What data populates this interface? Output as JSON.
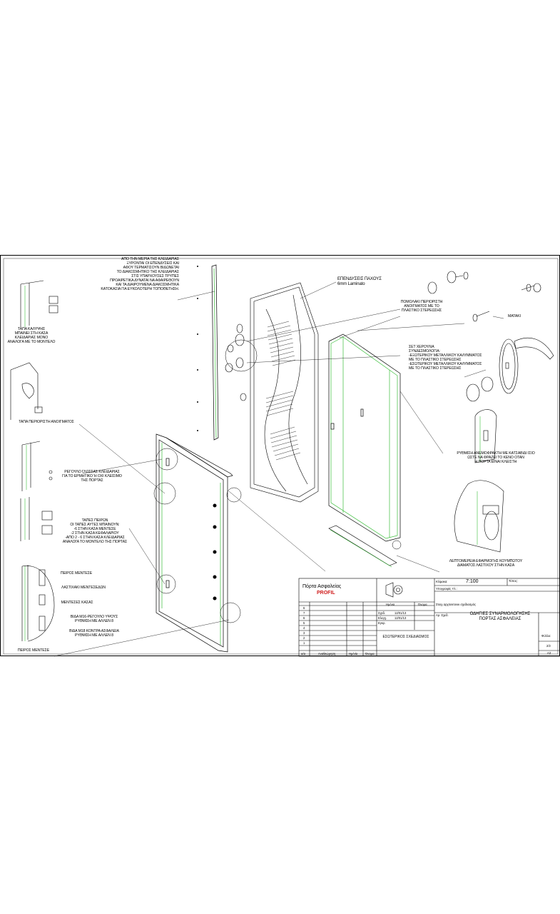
{
  "annotations": {
    "lock_side": "ΑΠΟ ΤΗΝ ΜΕΡΙΑ ΤΗΣ ΚΛΕΙΔΑΡΙΑΣ\nΞΥΡΟΝΤΑΙ ΟΙ ΕΠΕΝΔΥΣΕΙΣ ΚΑΙ\nΑΦΟΥ ΤΕΡΜΑΤΙΣΟΥΝ ΒΙΔΩΝΕΤΑΙ\nΤΟ ΔΙΑΚΟΣΜΗΤΙΚΟ ΤΗΣ ΚΛΕΙΔΑΡΙΑΣ\nΣΤΙΣ ΥΠΑΡΧΟΥΣΕΣ ΤΡΥΠΕΣ\nΠΡΟΑΙΡΕΤΙΚΑ ΔΥΝΑΤΑΙ ΝΑ ΑΦΑΙΡΕΘΟΥΝ\nΚΑΙ ΤΑ ΔΙΑΙΡΟΥΜΕΝΑ ΔΙΑΚΟΣΜΗΤΙΚΑ\nΚΑΤΟΚΑΣΙΑ ΓΙΑ ΕΥΚΟΛΟΤΕΡΗ ΤΟΠΟΘΕΤΗΣΗ.",
    "cladding": "ΕΠΕΝΔΥΣΕΙΣ ΠΑΧΟΥΣ\n6mm Laminato",
    "cover_cap": "ΤΑΠΑ ΚΑΛΥΨΗΣ\nΜΠΑΙΝΕΙ ΣΤΗ ΚΑΣΑ ΚΛΕΙΔΑΡΙΑΣ ΜΟΝΟ\nΑΝΑΛΟΓΑ ΜΕ ΤΟ ΜΟΝΤΕΛΟ",
    "escutcheon": "ΠΟΜΟΛΑΚΙ ΠΕΡΙΟΡΙΣΤΗ\nΑΝΟΙΓΜΑΤΟΣ ΜΕ ΤΟ\nΠΛΑΣΤΙΚΟ ΣΤΕΡΕΩΣΗΣ",
    "peephole": "ΜΑΤΑΚΙ",
    "handles": "ΣΕΤ ΧΕΡΟΥΛΙΑ\nΣΥΝΔΕΣΜΟΛΟΓΙΑ:\n-ΕΞΩΤΕΡΙΚΟΥ ΜΕΤΑΛΛΙΚΟΥ ΚΑΛΥΜΜΑΤΟΣ\nΜΕ ΤΟ ΠΛΑΣΤΙΚΟ ΣΤΕΡΕΩΣΗΣ\n-ΕΣΩΤΕΡΙΚΟΥ ΜΕΤΑΛΛΙΚΟΥ ΚΑΛΥΜΜΑΤΟΣ\nΜΕ ΤΟ ΠΛΑΣΤΙΚΟ ΣΤΕΡΕΩΣΗΣ",
    "limiter_cap": "ΤΑΠΑ ΠΕΡΙΟΡΙΣΤΗ ΑΝΟΙΓΜΑΤΟΣ",
    "draft_adjust": "ΡΥΘΜΙΣΗ ΑΝΕΜΟΦΡΑΚΤΗ ΜΕ ΚΑΤΣΑΒΙΔΙ ΙΣΙΟ\nΩΣΤΕ ΝΑ ΦΡΑΖΕΙ ΤΟ ΚΕΝΟ ΟΤΑΝ\nΗ ΠΟΡΤΑ ΕΙΝΑΙ ΚΛΕΙΣΤΗ",
    "latch_adjust": "ΡΕΓΟΥΛΟ ΓΛΩΣΣΑΣ ΚΛΕΙΔΑΡΙΑΣ\nΓΙΑ ΤΟ ΕΡΜΗΤΙΚΟ Ή ΟΧΙ ΚΛΕΙΣΙΜΟ\nΤΗΣ ΠΟΡΤΑΣ",
    "pin_caps": "ΤΑΠΕΣ ΠΕΙΡΩΝ\nΟΙ ΤΑΠΕΣ ΑΥΤΕΣ ΜΠΑΙΝΟΥΝ:\n-6 ΣΤΗΝ ΚΑΣΑ ΜΕΝΤΕΣΕ\n-2 ΣΤΗΝ ΚΑΣΑ ΚΕΦΑΛΑΡΙΟΥ\n-ΑΠΟ 2 - 6 ΣΤΗΝ ΚΑΣΑ ΚΛΕΙΔΑΡΙΑΣ\nΑΝΑΛΟΓΑ ΤΟ ΜΟΝΤΕΛΟ ΤΗΣ ΠΟΡΤΑΣ",
    "hinge_pin": "ΠΕΙΡΟΣ ΜΕΝΤΕΣΕ",
    "hinge_rubber": "ΛΑΣΤΙΧΑΚΙ ΜΕΝΤΕΣΕΔΩΝ",
    "frame_hinges": "ΜΕΝΤΕΣΕΣ ΚΑΣΑΣ",
    "screw_m16": "ΒΙΔΑ Μ16-ΡΕΓΟΥΛΟ ΥΨΟΥΣ\nΡΥΘΜΙΣΗ ΜΕ ΑΛΛΕΝ 8",
    "screw_m18": "ΒΙΔΑ Μ18 ΚΟΝΤΡΑ ΑΣΦΑΛΕΙΑ\nΡΥΘΜΙΣΗ ΜΕ ΑΛΛΕΝ 8",
    "hinge_pin_bottom": "ΠΕΙΡΟΣ ΜΕΝΤΕΣΕ",
    "rubber_detail": "ΛΕΠΤΟΜΕΡΕΙΑ ΕΦΑΡΜΟΓΗΣ ΚΟΥΜΠΩΤΟΥ\nΔΙΑΜΑΤΟΣ ΛΑΣΤΙΧΟΥ ΣΤΗΝ ΚΑΣΑ"
  },
  "title_block": {
    "company": "Πόρτα Ασφαλείας",
    "brand": "PROFIL",
    "scale_label": "Κλίμακα:",
    "scale": "7:100",
    "format_label": "Τύπος:",
    "customer_label": "Υπογραφές Υλ.:",
    "drawing_label": "Στοιχ αρχιτεκτονικ σχεδιασμός",
    "title": "ΟΔΗΓΙΕΣ ΣΥΝΑΡΜΟΛΟΓΗΣΗΣ\nΠΟΡΤΑΣ ΑΣΦΑΛΕΙΑΣ",
    "dept": "ΕΣΩΤΕΡΙΚΟΣ ΣΧΕΔΙΑΣΜΟΣ",
    "col_date": "Ημ/νια",
    "col_sign": "Όνομα",
    "row_design": "Σχεδ.",
    "row_check": "Ελεγχ.",
    "row_approve": "Εγκρ.",
    "date1": "12/01/13",
    "date2": "12/01/13",
    "rev_rows": [
      "6",
      "7",
      "6",
      "5",
      "4",
      "3",
      "2",
      "1"
    ],
    "rev_head": [
      "α/α",
      "Αναθεώρηση",
      "Ημ/νία",
      "Όνομα"
    ],
    "drawing_no_label": "Αρ. Σχεδ.",
    "sheet_label": "Φύλλο:",
    "sheet": "2/2",
    "size": "A3"
  }
}
